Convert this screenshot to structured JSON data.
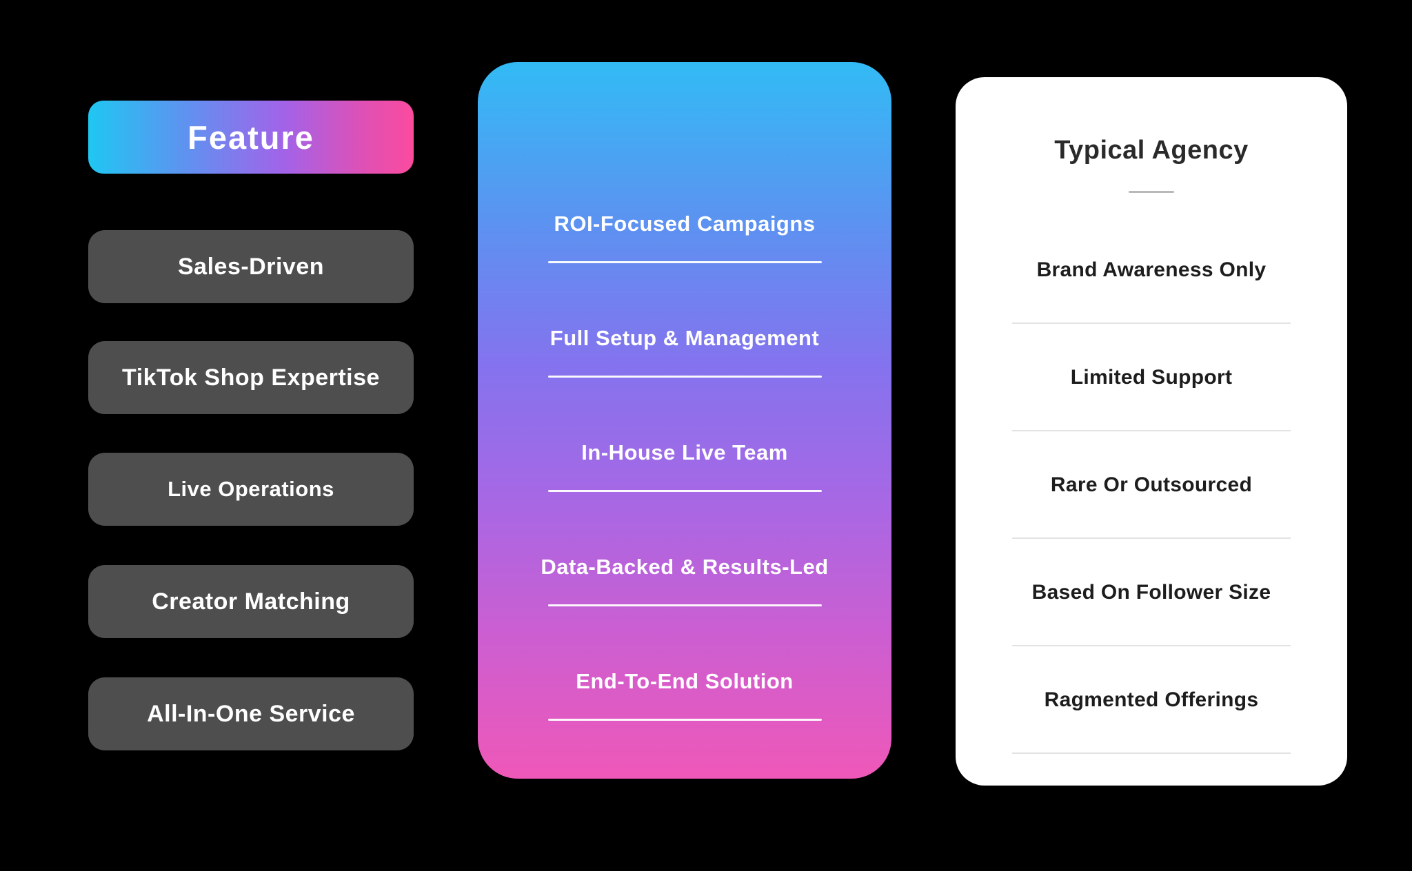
{
  "columns": {
    "feature": {
      "header": "Feature",
      "items": [
        "Sales-Driven",
        "TikTok Shop Expertise",
        "Live Operations",
        "Creator Matching",
        "All-In-One Service"
      ]
    },
    "ours": {
      "items": [
        "ROI-Focused Campaigns",
        "Full Setup & Management",
        "In-House Live Team",
        "Data-Backed & Results-Led",
        "End-To-End Solution"
      ]
    },
    "agency": {
      "title": "Typical Agency",
      "items": [
        "Brand Awareness Only",
        "Limited Support",
        "Rare Or Outsourced",
        "Based On Follower Size",
        "Ragmented Offerings"
      ]
    }
  },
  "colors": {
    "background": "#000000",
    "pill": "#4e4e4e",
    "feature_gradient_start": "#1fc7f2",
    "feature_gradient_mid": "#a263e9",
    "feature_gradient_end": "#fb4b9e",
    "ours_gradient_top": "#32bbf5",
    "ours_gradient_bottom": "#ef58b8",
    "agency_card": "#ffffff",
    "agency_text": "#1d1d1d"
  }
}
